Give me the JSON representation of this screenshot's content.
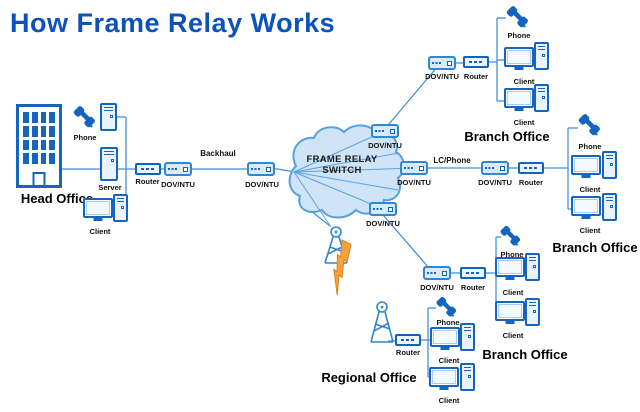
{
  "title": "How Frame Relay Works",
  "cloud": {
    "line1": "FRAME RELAY",
    "line2": "SWITCH"
  },
  "links": {
    "backhaul": "Backhaul",
    "lc_phone": "LC/Phone"
  },
  "labels": {
    "router": "Router",
    "dovntu": "DOV/NTU",
    "phone": "Phone",
    "server": "Server",
    "client": "Client"
  },
  "sites": {
    "head": {
      "name": "Head Office"
    },
    "branch_top": {
      "name": "Branch Office"
    },
    "branch_right": {
      "name": "Branch Office"
    },
    "branch_bottom": {
      "name": "Branch Office"
    },
    "regional": {
      "name": "Regional Office"
    }
  },
  "colors": {
    "title_blue": "#0d52bb",
    "device_blue": "#1565c0",
    "line_blue": "#4191d9",
    "dov_fill": "#d9eafa",
    "cloud_fill": "#cfe4f6",
    "cloud_border": "#56a1dd",
    "lightning_orange": "#f6a13b"
  }
}
